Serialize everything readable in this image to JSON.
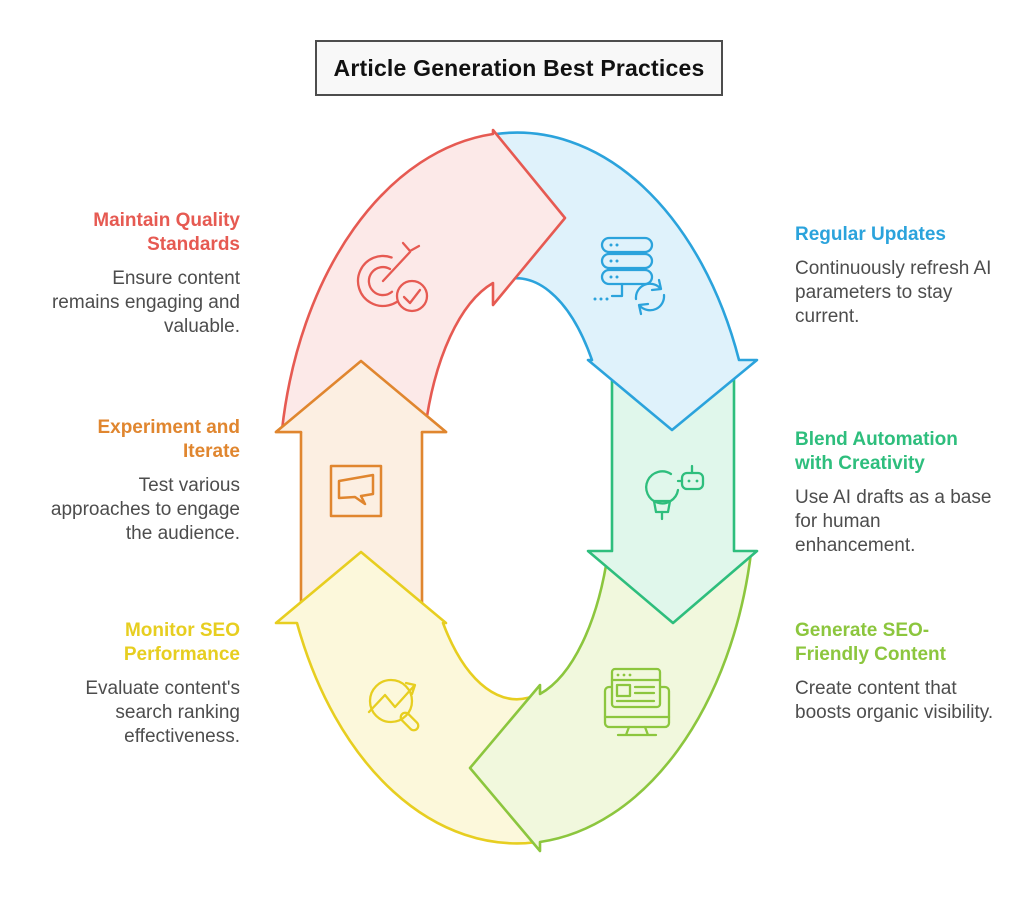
{
  "title": "Article Generation Best Practices",
  "cycle": {
    "items": [
      {
        "id": "maintain-quality-standards",
        "side": "left",
        "title": "Maintain Quality Standards",
        "description": "Ensure content remains engaging and valuable.",
        "color": "#E65A52",
        "fill": "#FCE9E8",
        "icon": "target-check-icon"
      },
      {
        "id": "regular-updates",
        "side": "right",
        "title": "Regular Updates",
        "description": "Continuously refresh AI parameters to stay current.",
        "color": "#2BA3DC",
        "fill": "#DFF2FB",
        "icon": "server-refresh-icon"
      },
      {
        "id": "blend-automation-with-creativity",
        "side": "right",
        "title": "Blend Automation with Creativity",
        "description": "Use AI drafts as a base for human enhancement.",
        "color": "#2EBE7D",
        "fill": "#E0F7EB",
        "icon": "lightbulb-robot-icon"
      },
      {
        "id": "generate-seo-friendly-content",
        "side": "right",
        "title": "Generate SEO-Friendly Content",
        "description": "Create content that boosts organic visibility.",
        "color": "#8CC63E",
        "fill": "#F1F8DD",
        "icon": "monitor-webpage-icon"
      },
      {
        "id": "monitor-seo-performance",
        "side": "left",
        "title": "Monitor SEO Performance",
        "description": "Evaluate content's search ranking effectiveness.",
        "color": "#E7CE20",
        "fill": "#FCF8DB",
        "icon": "search-trend-icon"
      },
      {
        "id": "experiment-and-iterate",
        "side": "left",
        "title": "Experiment and Iterate",
        "description": "Test various approaches to engage the audience.",
        "color": "#E0862F",
        "fill": "#FCEFE2",
        "icon": "comment-box-icon"
      }
    ]
  }
}
